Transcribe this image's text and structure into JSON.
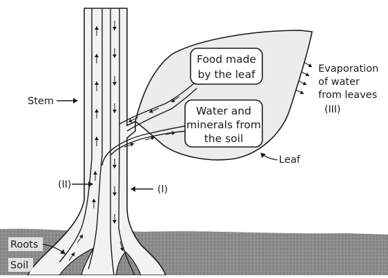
{
  "labels": {
    "stem": "Stem",
    "leaf": "Leaf",
    "roots": "Roots",
    "soil": "Soil",
    "vessel_ii": "(II)",
    "vessel_i": "(I)"
  },
  "callouts": {
    "food": [
      "Food made",
      "by the leaf"
    ],
    "water": [
      "Water and",
      "minerals from",
      "the soil"
    ]
  },
  "evaporation": {
    "lines": [
      "Evaporation",
      "of water",
      "from leaves"
    ],
    "marker": "(III)"
  },
  "colors": {
    "ink": "#1a1a1a",
    "plant_fill": "#f2f2f2",
    "leaf_fill": "#ececec",
    "ground": "#8a8a8a",
    "box_fill": "#ffffff"
  }
}
